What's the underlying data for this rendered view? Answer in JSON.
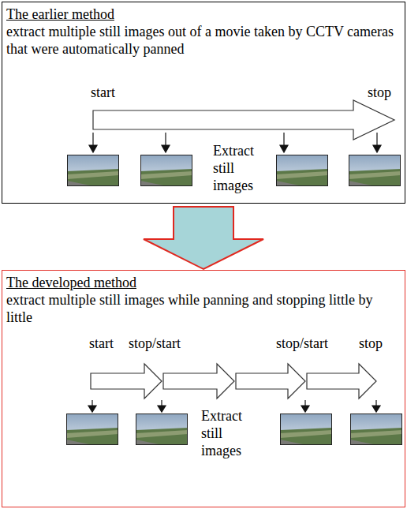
{
  "diagram": {
    "nodes": [
      {
        "text": [
          "The earlier method",
          "extract multiple still images out of a movie taken by CCTV cameras that were automatically panned"
        ]
      },
      {
        "text": [
          "The developed method",
          "extract multiple still images while panning and stopping little by little"
        ]
      }
    ],
    "edges": [
      {
        "from": 0,
        "to": 1,
        "arrow": "to"
      }
    ],
    "labels": [
      "start",
      "stop",
      "Extract still images",
      "start",
      "stop/start",
      "stop/start",
      "stop",
      "Extract still images"
    ]
  }
}
